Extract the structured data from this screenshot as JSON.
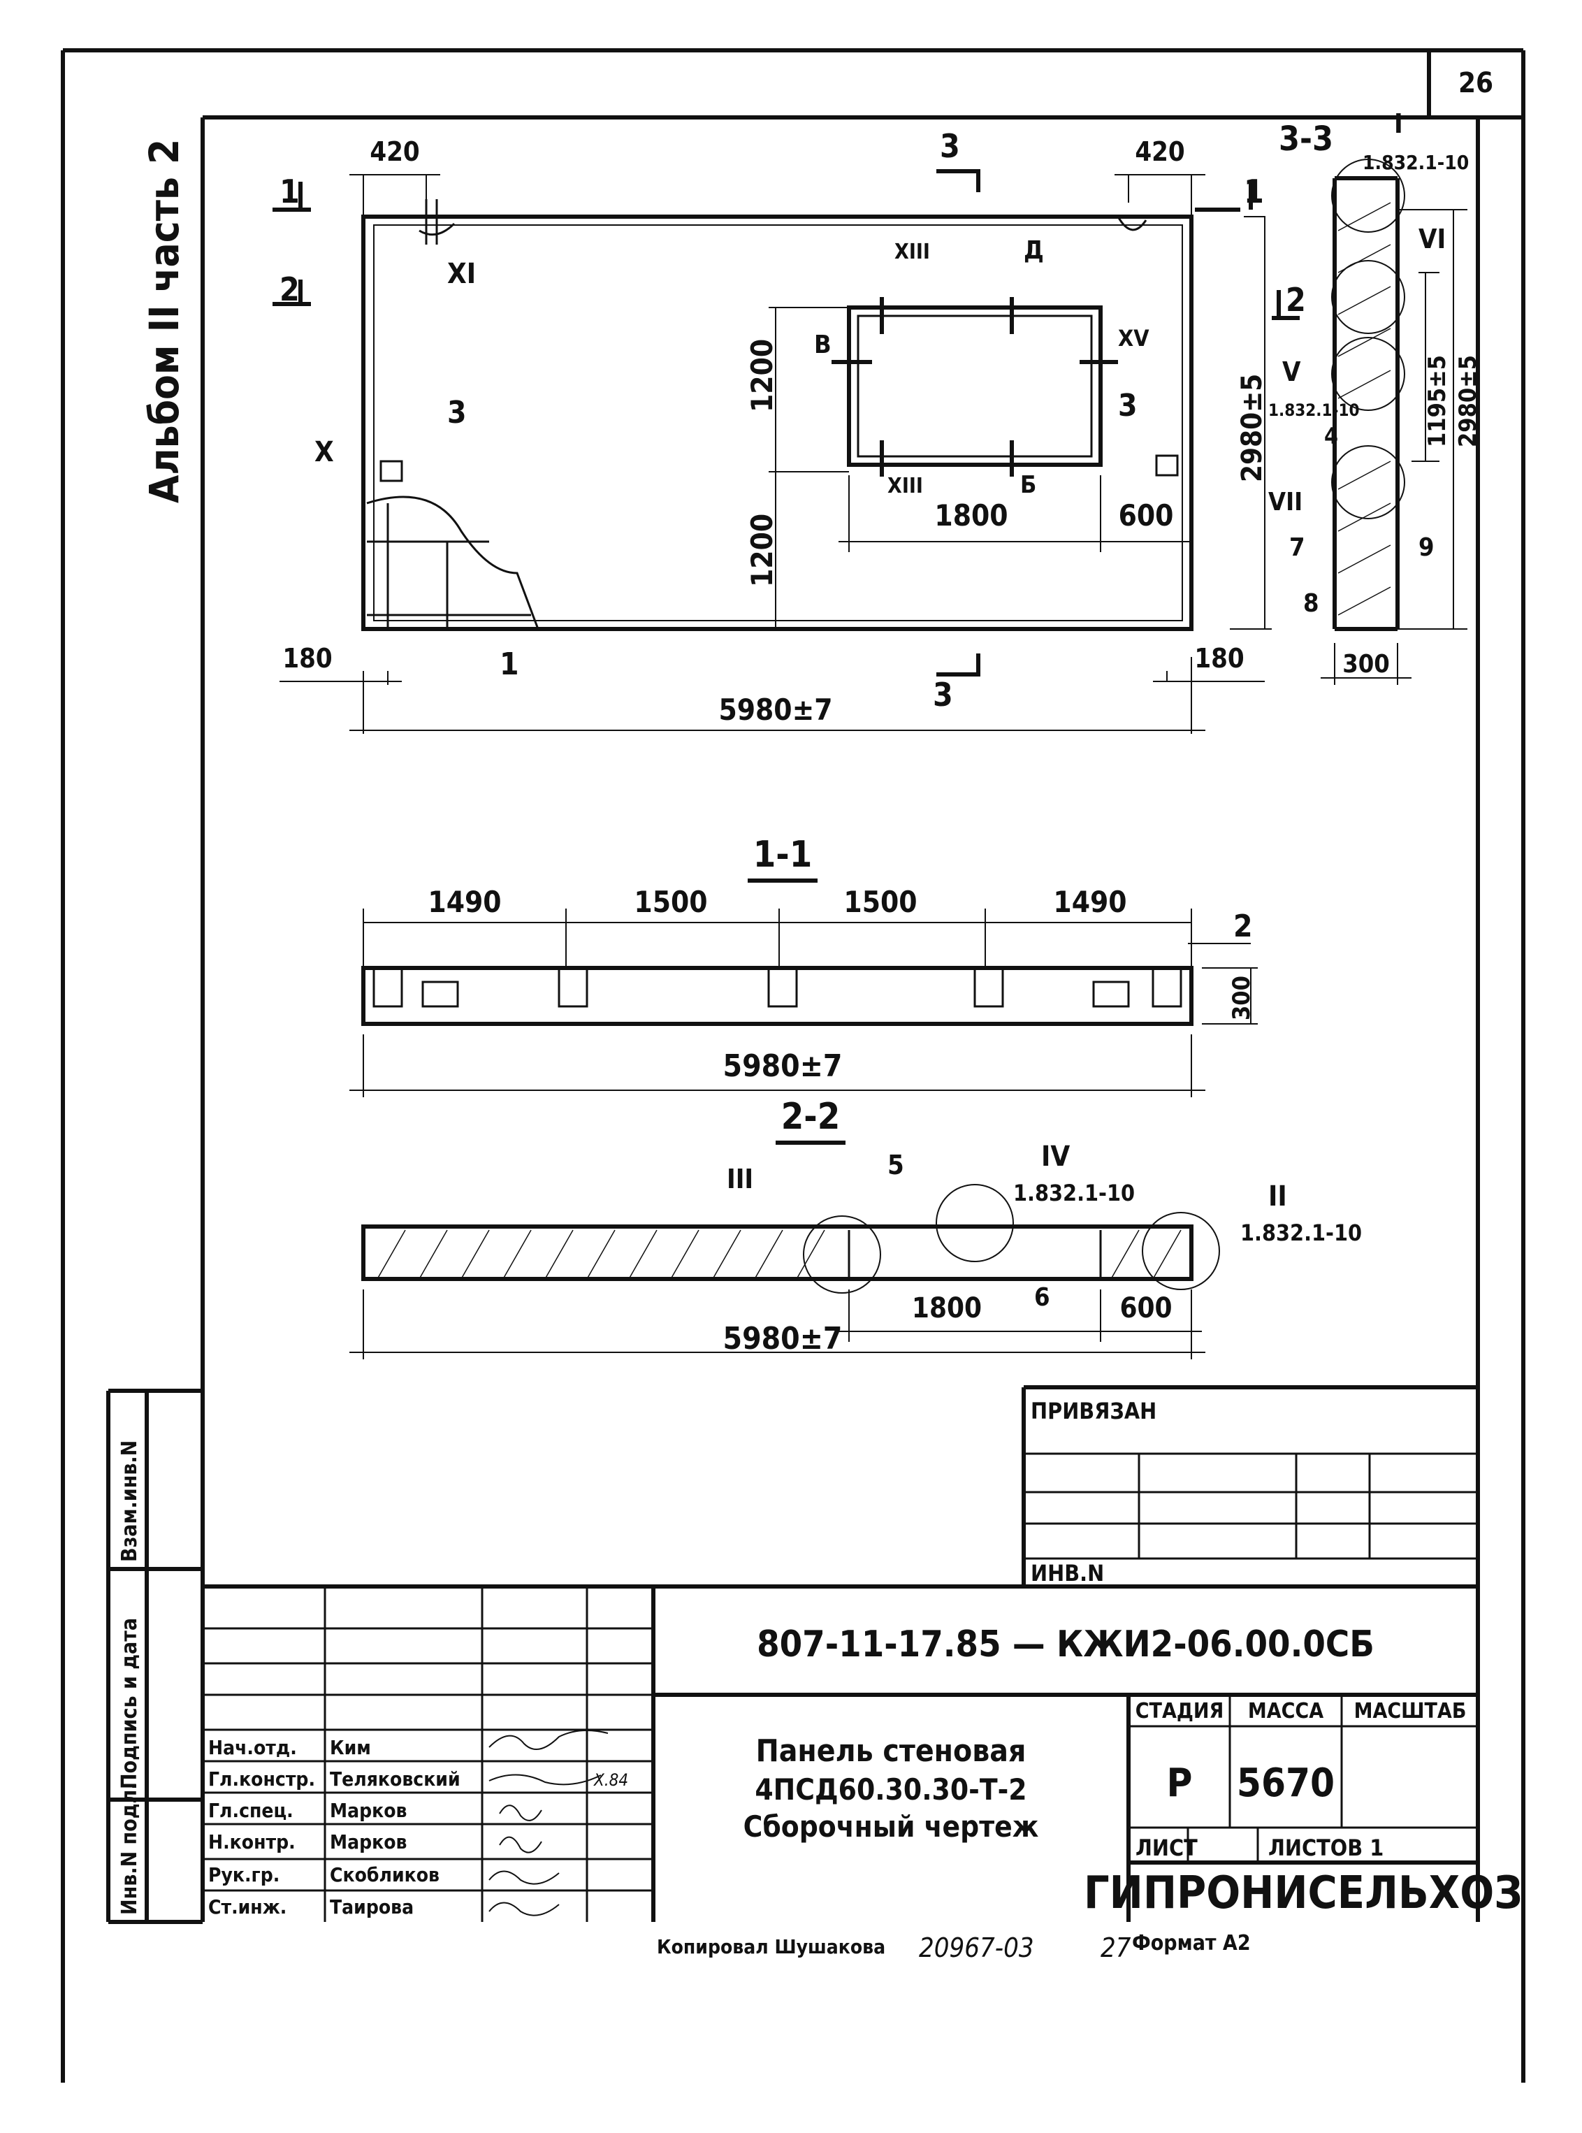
{
  "sheet_number": "26",
  "album_label": "Альбом II часть 2",
  "plan": {
    "dim_left_420": "420",
    "dim_right_420": "420",
    "dim_1200_top": "1200",
    "dim_1200_bottom": "1200",
    "dim_1800": "1800",
    "dim_600": "600",
    "dim_180_left": "180",
    "dim_180_right": "180",
    "dim_overall": "5980±7",
    "dim_height": "2980±5",
    "cut_1": "1",
    "cut_2": "2",
    "cut_3": "3",
    "node_XI": "XI",
    "node_XIII_top": "XIII",
    "node_XIII_bottom": "XIII",
    "node_XV": "XV",
    "node_X": "X",
    "mark_D": "Д",
    "mark_V": "В",
    "mark_B": "Б",
    "pos_3_left": "3",
    "pos_3_right": "3",
    "pos_1": "1"
  },
  "section_33": {
    "title": "3-3",
    "node_I": "I",
    "node_I_ref": "1.832.1-10",
    "node_VI": "VI",
    "node_V": "V",
    "node_V_ref": "1.832.1-10",
    "node_VII": "VII",
    "pos_4": "4",
    "pos_7": "7",
    "pos_8": "8",
    "pos_9": "9",
    "dim_1195": "1195±5",
    "dim_2980": "2980±5",
    "dim_300": "300"
  },
  "section_11": {
    "title": "1-1",
    "dim_1490_a": "1490",
    "dim_1500_a": "1500",
    "dim_1500_b": "1500",
    "dim_1490_b": "1490",
    "pos_2": "2",
    "dim_overall": "5980±7",
    "dim_300": "300"
  },
  "section_22": {
    "title": "2-2",
    "node_III": "III",
    "pos_5": "5",
    "node_IV": "IV",
    "node_IV_ref": "1.832.1-10",
    "node_II": "II",
    "node_II_ref": "1.832.1-10",
    "dim_1800": "1800",
    "pos_6": "6",
    "dim_600": "600",
    "dim_overall": "5980±7"
  },
  "title_block": {
    "privyazan": "ПРИВЯЗАН",
    "inv_n": "ИНВ.N",
    "doc_code": "807-11-17.85 — КЖИ2-06.00.0СБ",
    "title_line1": "Панель стеновая",
    "title_line2": "4ПСД60.30.30-Т-2",
    "title_line3": "Сборочный чертеж",
    "stage_hdr": "СТАДИЯ",
    "mass_hdr": "МАССА",
    "scale_hdr": "МАСШТАБ",
    "stage_val": "Р",
    "mass_val": "5670",
    "list_hdr": "ЛИСТ",
    "lists_hdr": "ЛИСТОВ 1",
    "org": "ГИПРОНИСЕЛЬХОЗ",
    "roles": [
      "Нач.отд.",
      "Гл.констр.",
      "Гл.спец.",
      "Н.контр.",
      "Рук.гр.",
      "Ст.инж."
    ],
    "names": [
      "Ким",
      "Теляковский",
      "Марков",
      "Марков",
      "Скобликов",
      "Таирова"
    ],
    "date_note": "Х.84",
    "side_labels": [
      "Инв.N подл.",
      "Подпись и дата",
      "Взам.инв.N"
    ]
  },
  "footer": {
    "copied": "Копировал Шушакова",
    "number": "20967-03",
    "page": "27",
    "format": "Формат А2"
  }
}
